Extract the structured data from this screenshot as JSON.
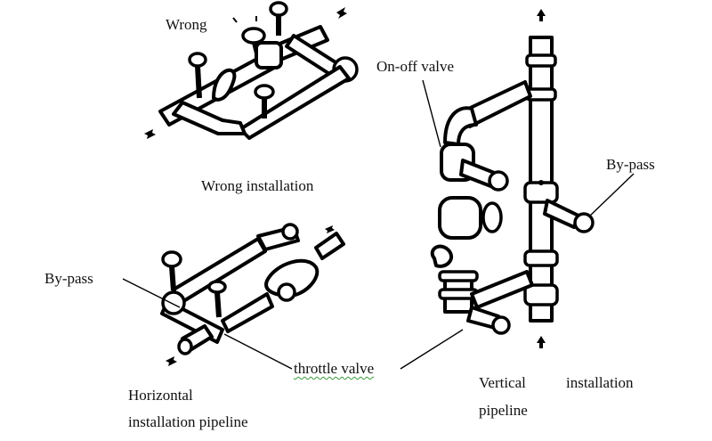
{
  "diagram": {
    "subject": "Valve / pipeline installation examples",
    "labels": {
      "wrong": "Wrong",
      "wrong_installation": "Wrong installation",
      "bypass_left": "By-pass",
      "throttle_valve": "throttle valve",
      "horizontal_line1": "Horizontal",
      "horizontal_line2": "installation pipeline",
      "onoff_valve": "On-off valve",
      "bypass_right": "By-pass",
      "vertical_word": "Vertical",
      "installation_word": "installation",
      "pipeline_word": "pipeline"
    },
    "figures": [
      {
        "id": "wrong-installation",
        "caption": "Wrong installation",
        "flow_arrows": 2
      },
      {
        "id": "horizontal-installation",
        "caption": "Horizontal installation pipeline",
        "flow_arrows": 2
      },
      {
        "id": "vertical-installation",
        "caption": "Vertical installation pipeline",
        "flow_arrows": 2
      }
    ]
  }
}
